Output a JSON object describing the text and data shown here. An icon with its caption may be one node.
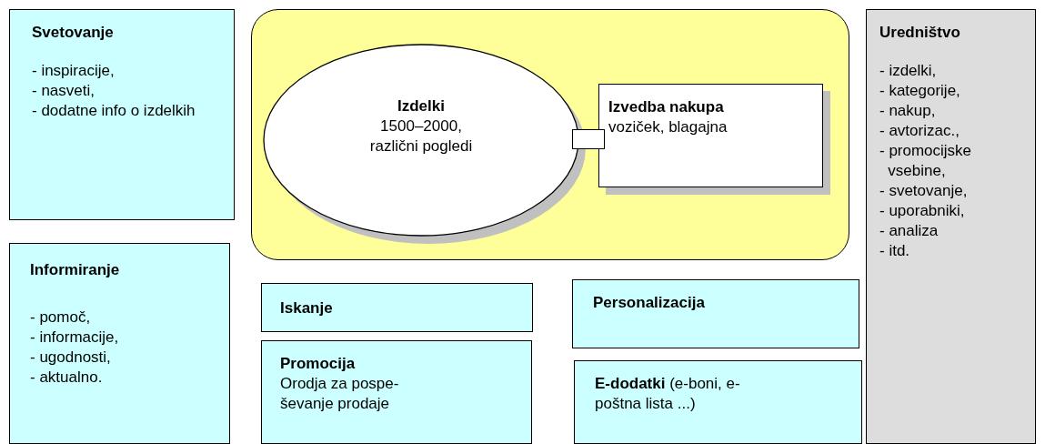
{
  "diagram": {
    "nodes": [
      {
        "text": [
          "Svetovanje",
          "- inspiracije,",
          "- nasveti,",
          "- dodatne info o izdelkih"
        ]
      },
      {
        "text": [],
        "shape": "box"
      },
      {
        "text": [
          "Izdelki",
          "1500–2000, različni pogledi"
        ],
        "in": 1
      },
      {
        "text": [],
        "shape": "box",
        "in": 1
      },
      {
        "text": [
          "Izvedba nakupa",
          "voziček, blagajna"
        ],
        "in": 1
      },
      {
        "text": [
          "Uredništvo",
          "- izdelki,",
          "- kategorije,",
          "- nakup,",
          "- avtorizac.,",
          "- promocijske vsebine,",
          "- svetovanje,",
          "- uporabniki,",
          "- analiza",
          "- itd."
        ]
      },
      {
        "text": [
          "Informiranje",
          "- pomoč,",
          "- informacije,",
          "- ugodnosti,",
          "- aktualno."
        ]
      },
      {
        "text": [
          "Iskanje"
        ]
      },
      {
        "text": [
          "Promocija",
          "Orodja za pospe- ševanje prodaje"
        ]
      },
      {
        "text": [
          "Personalizacija"
        ]
      },
      {
        "text": [
          "**E-dodatki** (e-boni, e- poštna lista ...)"
        ]
      }
    ]
  }
}
